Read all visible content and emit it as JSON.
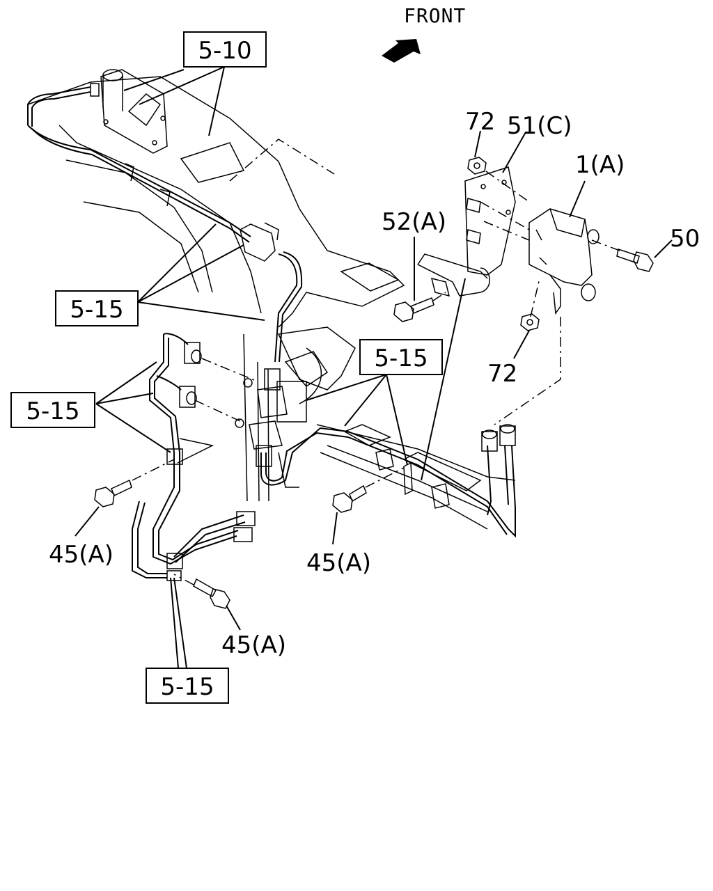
{
  "header": {
    "front_label": "FRONT"
  },
  "refs": {
    "ref_5_10": "5-10",
    "ref_5_15_a": "5-15",
    "ref_5_15_b": "5-15",
    "ref_5_15_c": "5-15",
    "ref_5_15_d": "5-15"
  },
  "parts": {
    "p72_top": "72",
    "p51c": "51(C)",
    "p1a": "1(A)",
    "p52a": "52(A)",
    "p50": "50",
    "p72_bottom": "72",
    "p45a_left": "45(A)",
    "p45a_mid": "45(A)",
    "p45a_bottom": "45(A)"
  }
}
